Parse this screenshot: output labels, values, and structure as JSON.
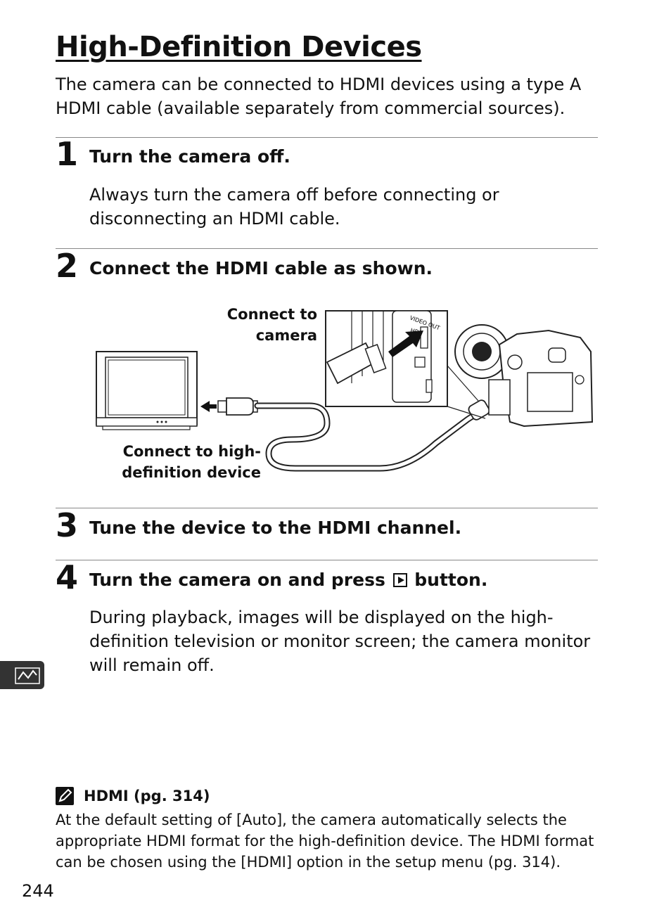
{
  "title": "High-Definition Devices",
  "intro": "The camera can be connected to HDMI devices using a type A HDMI cable (available separately from commercial sources).",
  "steps": [
    {
      "num": "1",
      "title": "Turn the camera off.",
      "body": "Always turn the camera off before connecting or disconnecting an HDMI cable."
    },
    {
      "num": "2",
      "title": "Connect the HDMI cable as shown."
    },
    {
      "num": "3",
      "title": "Tune the device to the HDMI channel."
    },
    {
      "num": "4",
      "title_before": "Turn the camera on and press",
      "title_after": "button.",
      "body": "During playback, images will be displayed on the high-definition television or monitor screen; the camera monitor will remain off."
    }
  ],
  "diagram": {
    "label_camera_line1": "Connect to",
    "label_camera_line2": "camera",
    "label_device_line1": "Connect to high-",
    "label_device_line2": "definition device",
    "port_label_video": "VIDEO OUT",
    "port_label_hdmi": "HDMI"
  },
  "note": {
    "title": "HDMI (pg. 314)",
    "body": "At the default setting of [Auto], the camera automatically selects the appropriate HDMI format for the high-definition device. The HDMI format can be chosen using the [HDMI] option in the setup menu (pg. 314)."
  },
  "page_number": "244",
  "icons": {
    "playback": "playback-button-icon",
    "side_tab": "connection-icon",
    "note": "pencil-note-icon"
  }
}
